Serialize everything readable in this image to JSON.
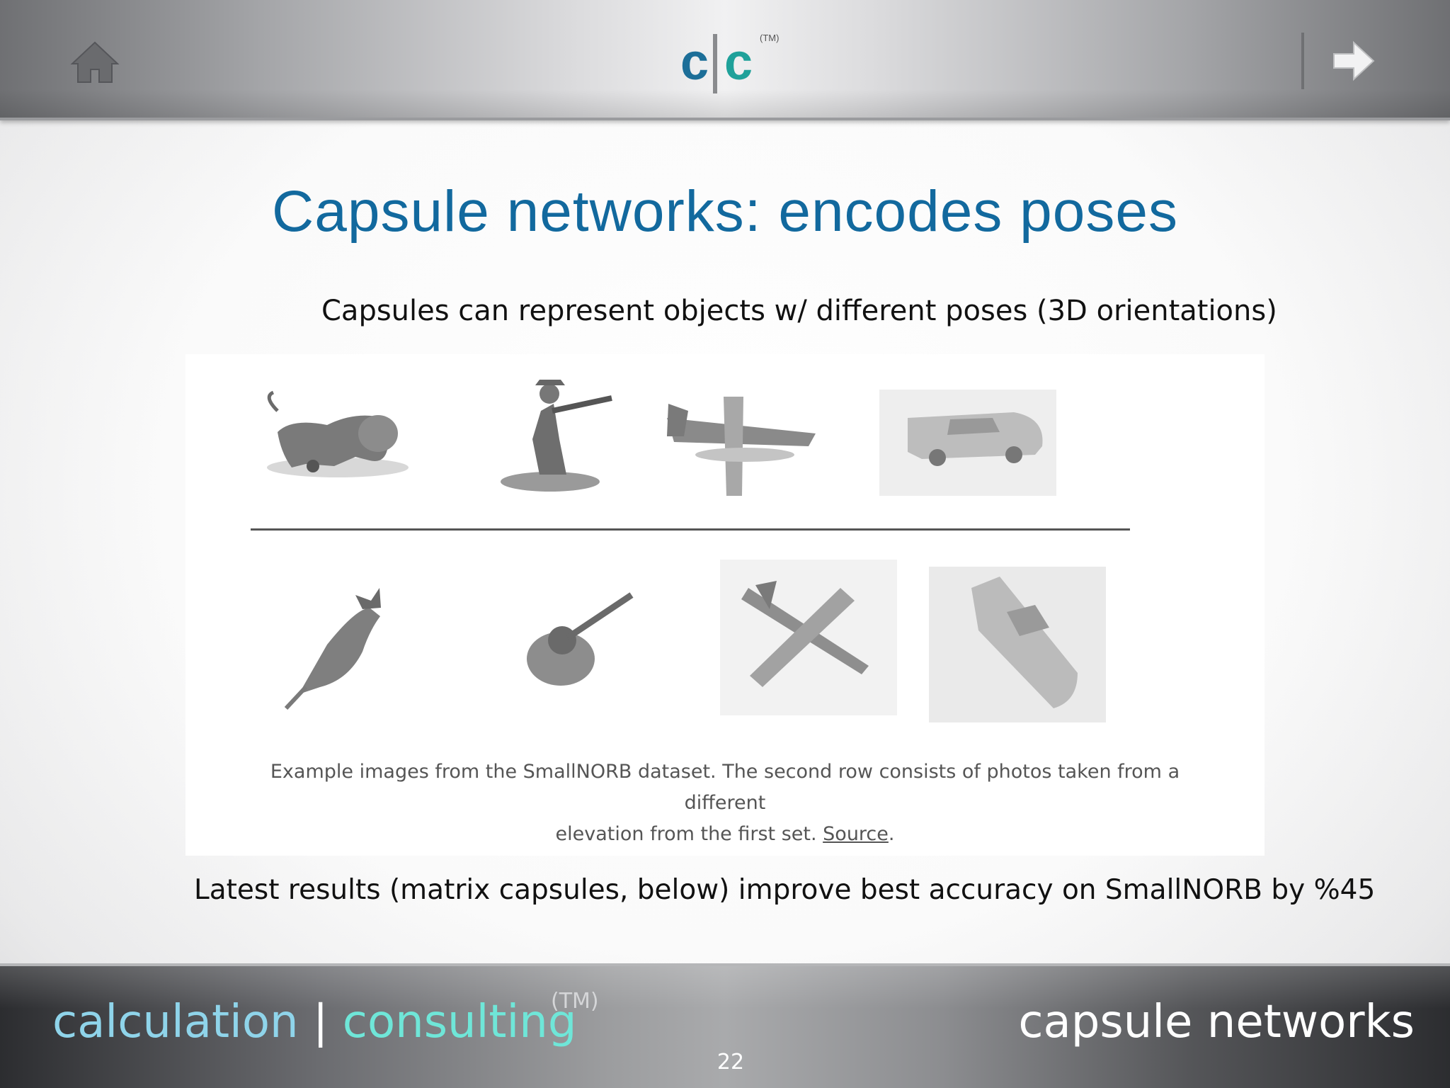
{
  "header": {
    "logo_left": "c",
    "logo_right": "c",
    "logo_tm": "(TM)",
    "icons": {
      "home": "home-icon",
      "next": "arrow-right-icon"
    },
    "colors": {
      "logo_left": "#1c6e98",
      "logo_right": "#1fa19a"
    }
  },
  "slide": {
    "title": "Capsule networks: encodes poses",
    "subtitle": "Capsules can represent objects w/ different poses (3D orientations)",
    "figure": {
      "images_row1": [
        "lion toy",
        "soldier figurine",
        "seaplane toy",
        "sports car toy"
      ],
      "images_row2": [
        "lion toy from above",
        "soldier figurine from above",
        "airplane toy from above",
        "sports car toy from above"
      ],
      "caption_line1": "Example images from the SmallNORB dataset. The second row consists of photos taken from a different",
      "caption_line2_prefix": "elevation from the first set. ",
      "caption_link": "Source",
      "caption_suffix": "."
    },
    "results": "Latest results (matrix capsules, below) improve best accuracy on SmallNORB by %45",
    "colors": {
      "title": "#12699e"
    }
  },
  "footer": {
    "brand_word1": "calculation",
    "brand_separator": " | ",
    "brand_word2": "consulting",
    "brand_tm": "(TM)",
    "topic": "capsule networks",
    "page_number": "22"
  }
}
